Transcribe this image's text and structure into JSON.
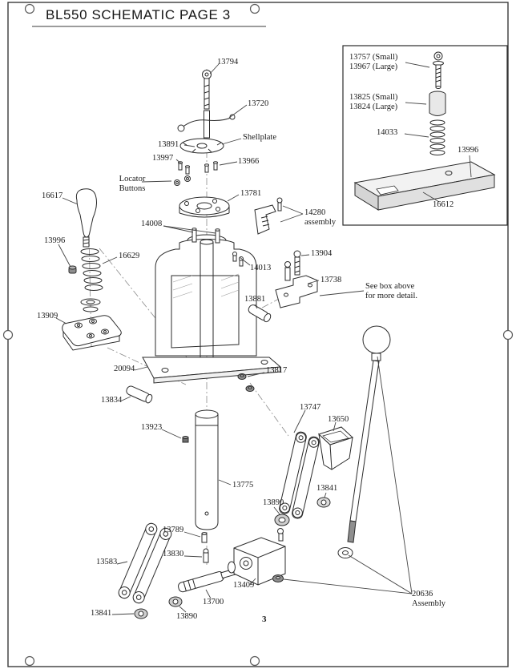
{
  "page": {
    "title": "BL550 SCHEMATIC PAGE 3",
    "page_number": "3"
  },
  "inset": {
    "pin_label": "13757 (Small)\n13967 (Large)",
    "bushing_label": "13825 (Small)\n13824 (Large)",
    "spring_label": "14033",
    "plug_label": "13996",
    "base_label": "16612"
  },
  "callouts": {
    "c13794": "13794",
    "c13720": "13720",
    "c13891": "13891",
    "shellplate": "Shellplate",
    "c13997": "13997",
    "c13966": "13966",
    "locator_buttons": "Locator\nButtons",
    "c13781": "13781",
    "c14280": "14280\nassembly",
    "c16617": "16617",
    "c14008": "14008",
    "c13996_left": "13996",
    "c16629": "16629",
    "c14013": "14013",
    "c13904": "13904",
    "c13738": "13738",
    "c13881": "13881",
    "see_box": "See box above\nfor more detail.",
    "c13909": "13909",
    "c20094": "20094",
    "c13834": "13834",
    "c13817": "13817",
    "c13923": "13923",
    "c13747": "13747",
    "c13650": "13650",
    "c13775": "13775",
    "c13841_right": "13841",
    "c13890_right": "13890",
    "c13789": "13789",
    "c13830": "13830",
    "c13583": "13583",
    "c13409": "13409",
    "c13700": "13700",
    "c13841_bottom": "13841",
    "c13890_bottom": "13890",
    "c20636": "20636\nAssembly"
  }
}
